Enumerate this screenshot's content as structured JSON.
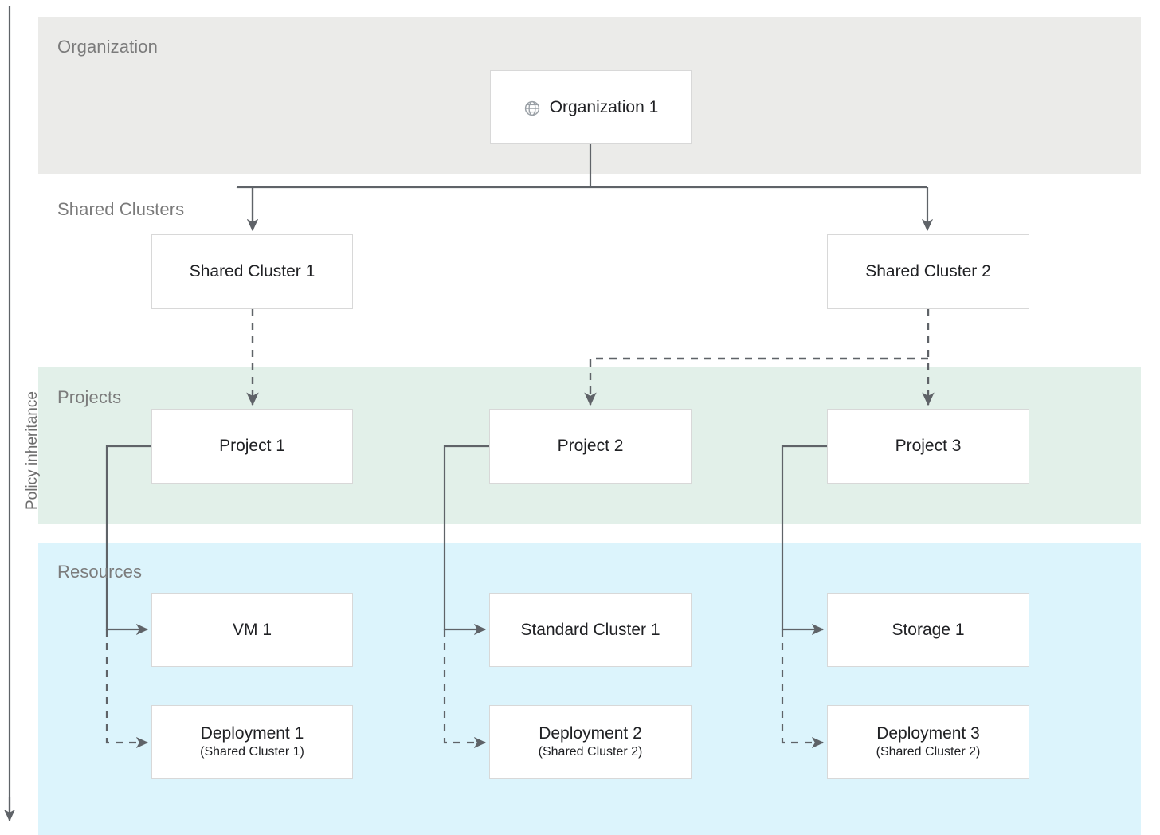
{
  "axis": {
    "label": "Policy inheritance",
    "icon": "down-arrow-icon"
  },
  "bands": [
    {
      "key": "organization",
      "label": "Organization",
      "color": "#ebebe9"
    },
    {
      "key": "shared_clusters",
      "label": "Shared Clusters",
      "color": "#ffffff"
    },
    {
      "key": "projects",
      "label": "Projects",
      "color": "#e2f0e9"
    },
    {
      "key": "resources",
      "label": "Resources",
      "color": "#dcf4fc"
    }
  ],
  "nodes": {
    "organization": {
      "label": "Organization 1",
      "icon": "globe-icon"
    },
    "shared_cluster_1": {
      "label": "Shared Cluster 1"
    },
    "shared_cluster_2": {
      "label": "Shared Cluster 2"
    },
    "project_1": {
      "label": "Project 1"
    },
    "project_2": {
      "label": "Project 2"
    },
    "project_3": {
      "label": "Project 3"
    },
    "vm_1": {
      "label": "VM 1"
    },
    "standard_cluster_1": {
      "label": "Standard Cluster 1"
    },
    "storage_1": {
      "label": "Storage 1"
    },
    "deployment_1": {
      "label": "Deployment 1",
      "sublabel": "(Shared Cluster 1)"
    },
    "deployment_2": {
      "label": "Deployment 2",
      "sublabel": "(Shared Cluster 2)"
    },
    "deployment_3": {
      "label": "Deployment 3",
      "sublabel": "(Shared Cluster 2)"
    }
  },
  "colors": {
    "connector": "#5f6368",
    "node_border": "#d8d8d8",
    "band_label": "#7b7b7b",
    "node_text": "#202124",
    "organization_band": "#ebebe9",
    "projects_band": "#e2f0e9",
    "resources_band": "#dcf4fc"
  }
}
